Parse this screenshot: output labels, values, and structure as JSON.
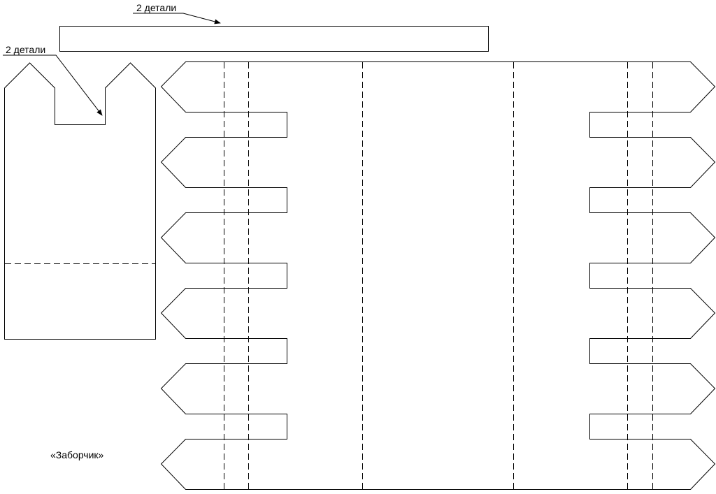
{
  "labels": {
    "strip_count": "2 детали",
    "post_count": "2 детали",
    "title": "«Заборчик»"
  },
  "colors": {
    "line": "#000000",
    "background": "#ffffff"
  }
}
